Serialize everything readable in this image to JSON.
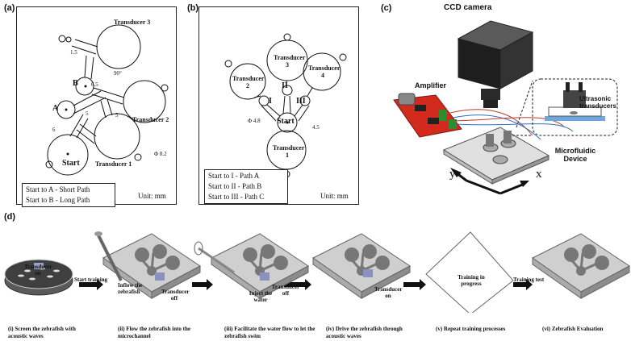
{
  "panels": {
    "a": {
      "label": "(a)",
      "transducers": [
        "Transducer 3",
        "Transducer 2",
        "Transducer 1"
      ],
      "points": [
        "B",
        "A",
        "Start"
      ],
      "dims": [
        "1.5",
        "90°",
        "6.5",
        "5",
        "5",
        "6",
        "Φ 8.2"
      ],
      "legend": [
        "Start to A - Short Path",
        "Start to B - Long Path"
      ],
      "unit": "Unit: mm"
    },
    "b": {
      "label": "(b)",
      "transducers": [
        "Transducer 3",
        "Transducer 2",
        "Transducer 4",
        "Transducer 1"
      ],
      "points": [
        "I",
        "II",
        "III",
        "Start"
      ],
      "dims": [
        "Φ 4.8",
        "4.5"
      ],
      "legend": [
        "Start to I   - Path A",
        "Start to II  - Path B",
        "Start to III - Path C"
      ],
      "unit": "Unit: mm"
    },
    "c": {
      "label": "(c)",
      "camera": "CCD camera",
      "amplifier": "Amplifier",
      "ultrasonic": "Ultrasonic transducers",
      "device": "Microfluidic Device",
      "axis_y": "y",
      "axis_x": "x"
    },
    "d": {
      "label": "(d)",
      "transducer_on": "Transducer on",
      "start_training": "Start training",
      "inflow": "Inflow the zebrafish",
      "transducer_off": "Transducer off",
      "inject": "Inject the water",
      "transducer_off2": "Transducer off",
      "transducer_on2": "Transducer on",
      "training_progress": "Training in progress",
      "training_test": "Training test",
      "captions": [
        "(i) Screen the zebrafish with acoustic waves",
        "(ii) Flow the zebrafish into the microchannel",
        "(iii) Facilitate the water flow to let the zebrafish swim",
        "(iv) Drive the zebrafish through acoustic waves",
        "(v) Repeat training processes",
        "(vi) Zebrafish Evaluation"
      ]
    }
  }
}
